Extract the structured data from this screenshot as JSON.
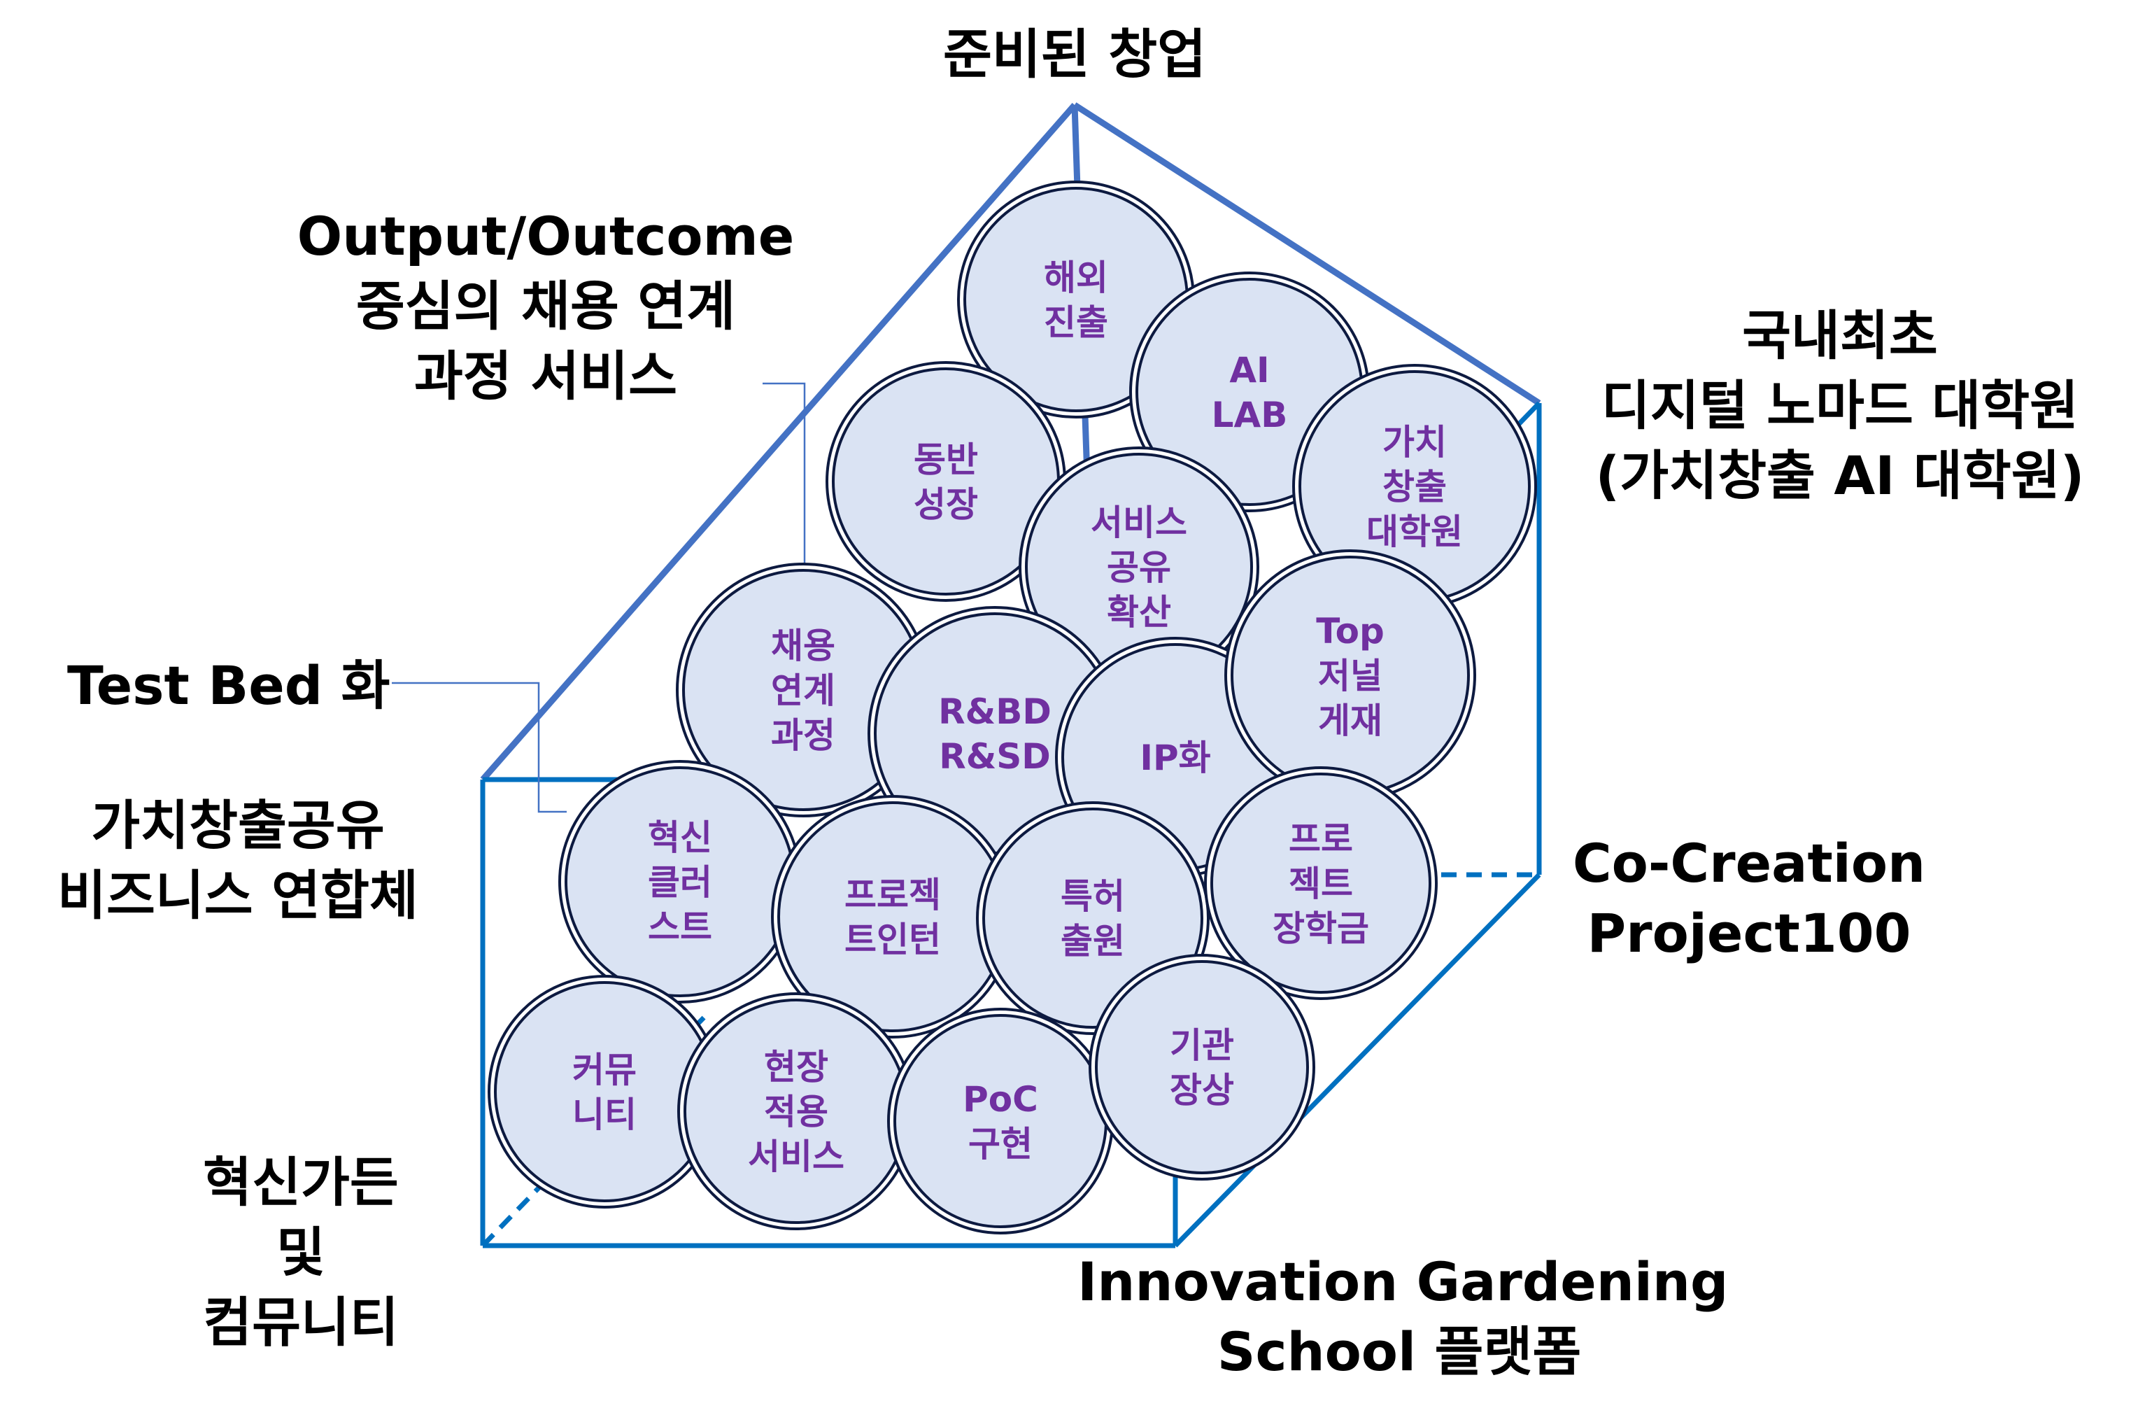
{
  "colors": {
    "prism_line": "#4472c4",
    "box_line": "#0070c0",
    "callout_line": "#4472c4",
    "circle_fill": "#dae3f3",
    "circle_stroke": "#0d1a40",
    "circle_text": "#7030a0",
    "label_text": "#000000"
  },
  "labels": {
    "apex": "준비된 창업",
    "output": [
      "Output/Outcome",
      "중심의 채용 연계",
      "과정 서비스"
    ],
    "digital": [
      "국내최초",
      "디지털 노마드 대학원",
      "(가치창출 AI 대학원)"
    ],
    "testbed": "Test Bed 화",
    "consortium": [
      "가치창출공유",
      "비즈니스 연합체"
    ],
    "cocreation": [
      "Co-Creation",
      "Project100"
    ],
    "garden": [
      "혁신가든",
      "및",
      "컴뮤니티"
    ],
    "school": [
      "Innovation Gardening",
      "School 플랫폼"
    ]
  },
  "circles": [
    {
      "id": "overseas",
      "lines": [
        "해외",
        "진출"
      ]
    },
    {
      "id": "ailab",
      "lines": [
        "AI",
        "LAB"
      ]
    },
    {
      "id": "growth",
      "lines": [
        "동반",
        "성장"
      ]
    },
    {
      "id": "service-share",
      "lines": [
        "서비스",
        "공유",
        "확산"
      ]
    },
    {
      "id": "value-grad",
      "lines": [
        "가치",
        "창출",
        "대학원"
      ]
    },
    {
      "id": "hiring",
      "lines": [
        "채용",
        "연계",
        "과정"
      ]
    },
    {
      "id": "rbd",
      "lines": [
        "R&BD",
        "R&SD"
      ]
    },
    {
      "id": "ip",
      "lines": [
        "IP화"
      ]
    },
    {
      "id": "journal",
      "lines": [
        "Top",
        "저널",
        "게재"
      ]
    },
    {
      "id": "cluster",
      "lines": [
        "혁신",
        "클러",
        "스트"
      ]
    },
    {
      "id": "intern",
      "lines": [
        "프로젝",
        "트인턴"
      ]
    },
    {
      "id": "patent",
      "lines": [
        "특허",
        "출원"
      ]
    },
    {
      "id": "scholarship",
      "lines": [
        "프로",
        "젝트",
        "장학금"
      ]
    },
    {
      "id": "community",
      "lines": [
        "커뮤",
        "니티"
      ]
    },
    {
      "id": "field",
      "lines": [
        "현장",
        "적용",
        "서비스"
      ]
    },
    {
      "id": "poc",
      "lines": [
        "PoC",
        "구현"
      ]
    },
    {
      "id": "award",
      "lines": [
        "기관",
        "장상"
      ]
    }
  ]
}
